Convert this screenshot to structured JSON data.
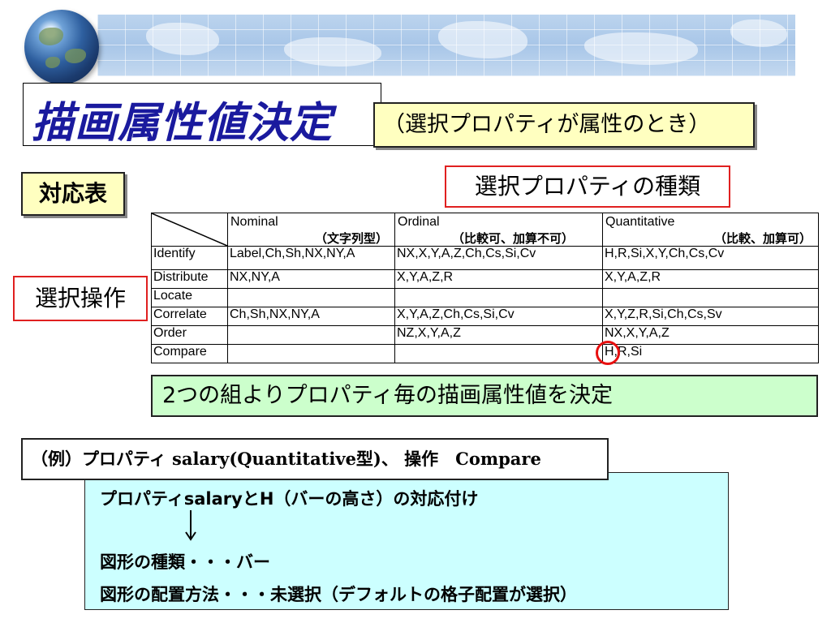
{
  "title": "描画属性値決定",
  "subtitle": "（選択プロパティが属性のとき）",
  "table_label": "対応表",
  "property_kind_label": "選択プロパティの種類",
  "operation_label": "選択操作",
  "table": {
    "columns": [
      {
        "name": "Nominal",
        "sub": "（文字列型）"
      },
      {
        "name": "Ordinal",
        "sub": "（比較可、加算不可）"
      },
      {
        "name": "Quantitative",
        "sub": "（比較、加算可）"
      }
    ],
    "rows": [
      {
        "op": "Identify",
        "nominal": "Label,Ch,Sh,NX,NY,A",
        "ordinal": "NX,X,Y,A,Z,Ch,Cs,Si,Cv",
        "quantitative": "H,R,Si,X,Y,Ch,Cs,Cv"
      },
      {
        "op": "Distribute",
        "nominal": "NX,NY,A",
        "ordinal": "X,Y,A,Z,R",
        "quantitative": "X,Y,A,Z,R"
      },
      {
        "op": "Locate",
        "nominal": "",
        "ordinal": "",
        "quantitative": ""
      },
      {
        "op": "Correlate",
        "nominal": "Ch,Sh,NX,NY,A",
        "ordinal": "X,Y,A,Z,Ch,Cs,Si,Cv",
        "quantitative": "X,Y,Z,R,Si,Ch,Cs,Sv"
      },
      {
        "op": "Order",
        "nominal": "",
        "ordinal": "NZ,X,Y,A,Z",
        "quantitative": "NX,X,Y,A,Z"
      },
      {
        "op": "Compare",
        "nominal": "",
        "ordinal": "",
        "quantitative": "H,R,Si"
      }
    ]
  },
  "decision_text": "2つの組よりプロパティ毎の描画属性値を決定",
  "example_text": "（例）プロパティ salary(Quantitative型)、 操作　Compare",
  "example_detail": {
    "line1": "プロパティsalaryとH（バーの高さ）の対応付け",
    "line2": "図形の種類・・・バー",
    "line3": "図形の配置方法・・・未選択（デフォルトの格子配置が選択）"
  },
  "colors": {
    "title": "#1a1a9e",
    "yellow_box": "#ffffc0",
    "green_box": "#ccffcc",
    "cyan_box": "#ccffff",
    "highlight_red": "#e81010"
  }
}
